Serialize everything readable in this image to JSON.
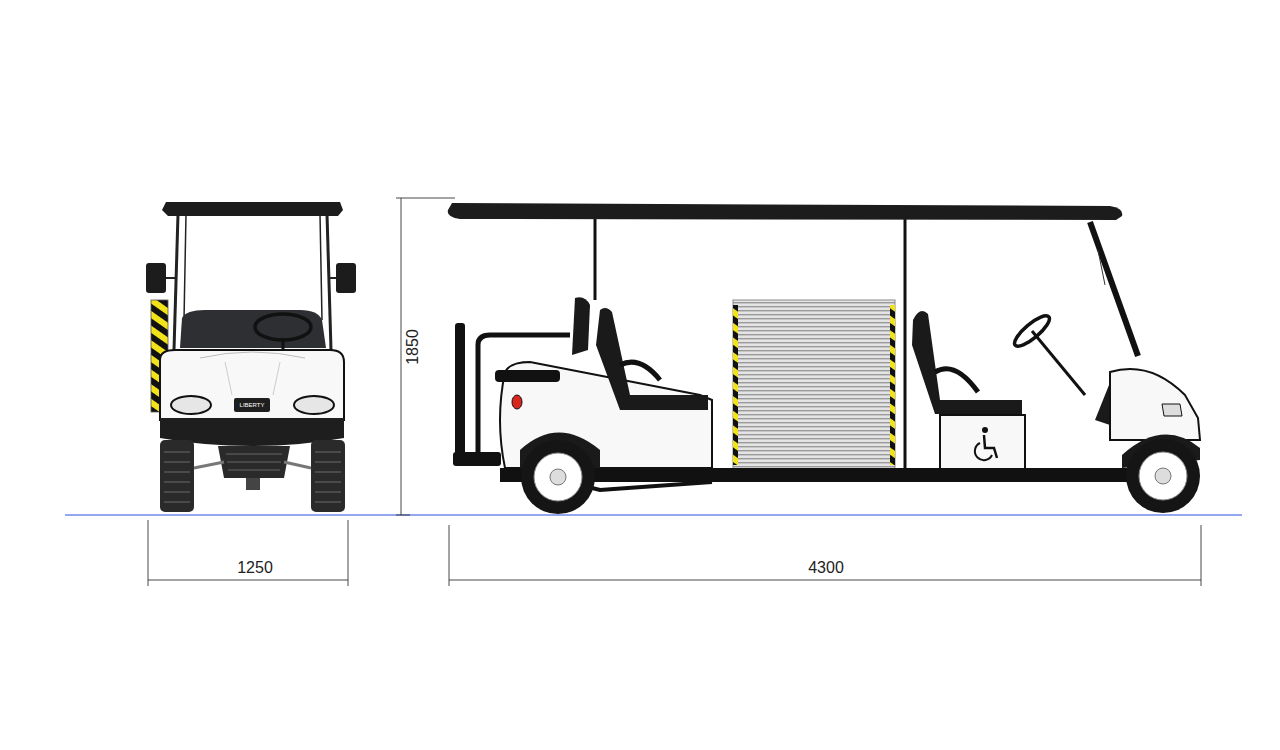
{
  "diagram": {
    "labels": [
      "LIBERTY",
      "1850",
      "1250",
      "4300"
    ]
  }
}
